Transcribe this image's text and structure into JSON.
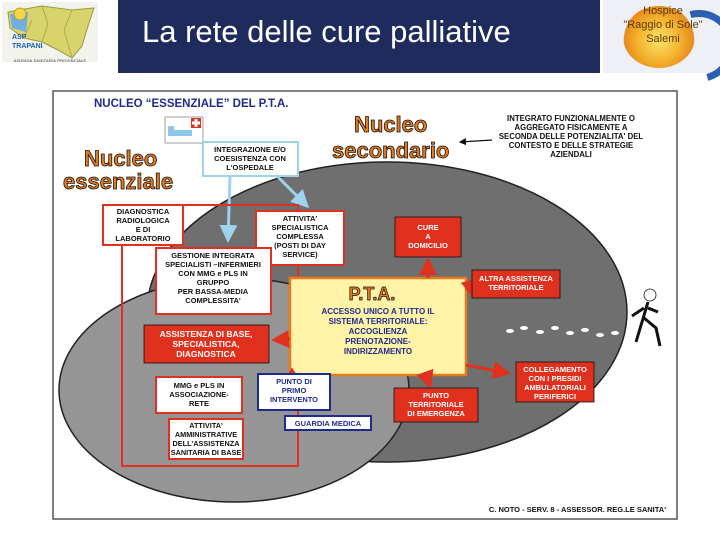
{
  "header": {
    "title": "La rete delle cure palliative",
    "left_logo": {
      "line1": "ASP",
      "line2": "TRAPANI",
      "tagline": "AZIENDA SANITARIA PROVINCIALE"
    },
    "right_logo": {
      "line1": "Hospice",
      "line2": "\"Raggio di Sole\"",
      "line3": "Salemi"
    }
  },
  "diagram": {
    "heading": "NUCLEO “ESSENZIALE” DEL P.T.A.",
    "nucleo_essenziale": [
      "Nucleo",
      "essenziale"
    ],
    "nucleo_secondario": [
      "Nucleo",
      "secondario"
    ],
    "integrato_note": [
      "INTEGRATO FUNZIONALMENTE O",
      "AGGREGATO FISICAMENTE A",
      "SECONDA DELLE POTENZIALITA' DEL",
      "CONTESTO E DELLE STRATEGIE",
      "AZIENDALI"
    ],
    "integrazione": [
      "INTEGRAZIONE E/O",
      "COESISTENZA CON",
      "L'OSPEDALE"
    ],
    "diagnostica": [
      "DIAGNOSTICA",
      "RADIOLOGICA",
      "E DI",
      "LABORATORIO"
    ],
    "attivita_specialistica": [
      "ATTIVITA'",
      "SPECIALISTICA",
      "COMPLESSA",
      "(POSTI DI DAY",
      "SERVICE)"
    ],
    "cure_domicilio": [
      "CURE",
      "A",
      "DOMICILIO"
    ],
    "gestione": [
      "GESTIONE INTEGRATA",
      "SPECIALISTI –INFERMIERI",
      "CON MMG e PLS IN",
      "GRUPPO",
      "PER BASSA-MEDIA",
      "COMPLESSITA'"
    ],
    "pta_title": "P.T.A.",
    "pta_box": [
      "ACCESSO UNICO A TUTTO IL",
      "SISTEMA TERRITORIALE:",
      "ACCOGLIENZA",
      "PRENOTAZIONE-",
      "INDIRIZZAMENTO"
    ],
    "altra_assistenza": [
      "ALTRA ASSISTENZA",
      "TERRITORIALE"
    ],
    "assistenza_base": [
      "ASSISTENZA DI BASE,",
      "SPECIALISTICA,",
      "DIAGNOSTICA"
    ],
    "mmg_pls": [
      "MMG e PLS IN",
      "ASSOCIAZIONE-",
      "RETE"
    ],
    "punto_primo": [
      "PUNTO DI",
      "PRIMO",
      "INTERVENTO"
    ],
    "punto_emergenza": [
      "PUNTO",
      "TERRITORIALE",
      "DI EMERGENZA"
    ],
    "collegamento": [
      "COLLEGAMENTO",
      "CON I PRESIDI",
      "AMBULATORIALI",
      "PERIFERICI"
    ],
    "attivita_amministrative": [
      "ATTIVITA'",
      "AMMINISTRATIVE",
      "DELL'ASSISTENZA",
      "SANITARIA DI BASE"
    ],
    "guardia_medica": "GUARDIA MEDICA",
    "footer": "C. NOTO - SERV. 8 - ASSESSOR. REG.LE SANITA'",
    "colors": {
      "red": "#e0301e",
      "yellow_bg": "#fff3a8",
      "blue": "#1f2b8c",
      "gray": "#7d7d7d",
      "orange": "#e87a1c"
    }
  }
}
